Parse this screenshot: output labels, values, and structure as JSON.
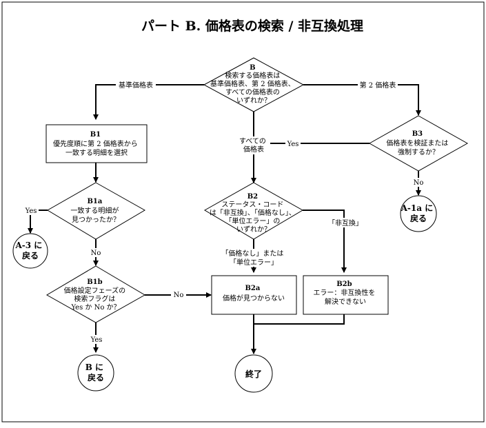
{
  "title": "パート B. 価格表の検索 / 非互換処理",
  "nodes": {
    "B": {
      "id": "B",
      "lines": [
        "検索する価格表は",
        "基準価格表、第 2 価格表、",
        "すべての価格表の",
        "いずれか？"
      ]
    },
    "B1": {
      "id": "B1",
      "lines": [
        "優先度順に第 2 価格表から",
        "一致する明細を選択"
      ]
    },
    "B1a": {
      "id": "B1a",
      "lines": [
        "一致する明細が",
        "見つかったか？"
      ]
    },
    "B1b": {
      "id": "B1b",
      "lines": [
        "価格設定フェーズの",
        "検索フラグは",
        "Yes か No か？"
      ]
    },
    "B2": {
      "id": "B2",
      "lines": [
        "ステータス・コード",
        "は「非互換」、「価格なし」、",
        "「単位エラー」の",
        "いずれか？"
      ]
    },
    "B2a": {
      "id": "B2a",
      "lines": [
        "価格が見つからない"
      ]
    },
    "B2b": {
      "id": "B2b",
      "lines": [
        "エラー：非互換性を",
        "解決できない"
      ]
    },
    "B3": {
      "id": "B3",
      "lines": [
        "価格表を検証または",
        "強制するか？"
      ]
    }
  },
  "terminals": {
    "a3": [
      "A-3 に",
      "戻る"
    ],
    "a1a": [
      "A-1a に",
      "戻る"
    ],
    "b": [
      "B に",
      "戻る"
    ],
    "end": [
      "終了"
    ]
  },
  "edge_labels": {
    "base": "基準価格表",
    "second": "第 2 価格表",
    "all": [
      "すべての",
      "価格表"
    ],
    "b3_yes": "Yes",
    "b3_no": "No",
    "b1a_yes": "Yes",
    "b1a_no": "No",
    "b1b_no": "No",
    "b1b_yes": "Yes",
    "b2_incompat": "「非互換」",
    "b2_noprice": [
      "「価格なし」または",
      "「単位エラー」"
    ]
  }
}
